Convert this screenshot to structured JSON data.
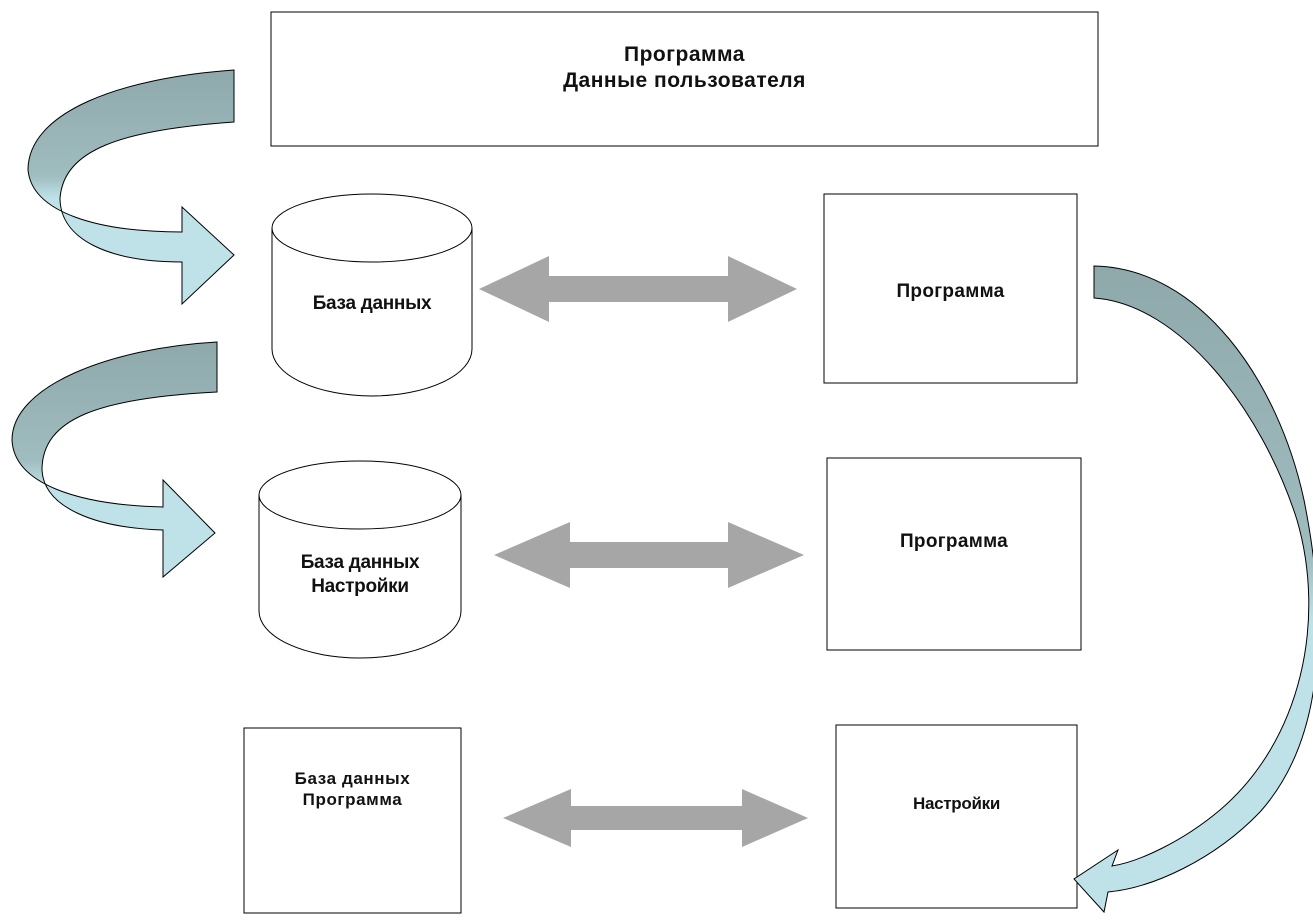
{
  "diagram": {
    "top_box": {
      "line1": "Программа",
      "line2": "Данные пользователя"
    },
    "row1": {
      "db_label": "База данных",
      "program_label": "Программа"
    },
    "row2": {
      "db_line1": "База данных",
      "db_line2": "Настройки",
      "program_label": "Программа"
    },
    "row3": {
      "left_line1": "База данных",
      "left_line2": "Программа",
      "right_label": "Настройки"
    }
  },
  "colors": {
    "arrow_gray": "#a6a6a6",
    "curved_arrow_light": "#bfe2e8",
    "curved_arrow_dark": "#8fa9ab",
    "stroke": "#000000"
  }
}
